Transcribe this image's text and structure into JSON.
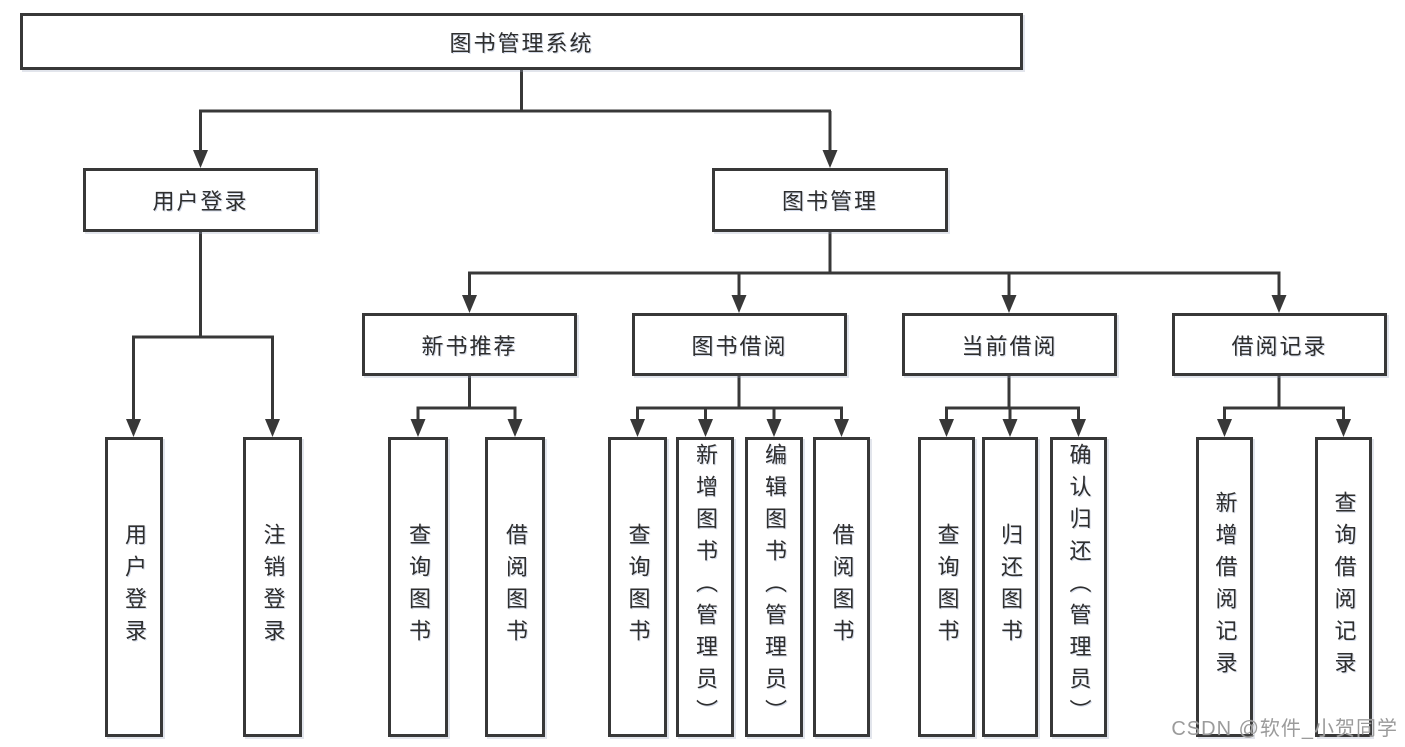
{
  "diagram": {
    "root": {
      "label": "图书管理系统"
    },
    "level2": [
      {
        "label": "用户登录"
      },
      {
        "label": "图书管理"
      }
    ],
    "level3": [
      {
        "label": "新书推荐"
      },
      {
        "label": "图书借阅"
      },
      {
        "label": "当前借阅"
      },
      {
        "label": "借阅记录"
      }
    ],
    "leaves": {
      "user": [
        "用户登录",
        "注销登录"
      ],
      "recommend": [
        "查询图书",
        "借阅图书"
      ],
      "borrow": [
        "查询图书",
        "新增图书（管理员）",
        "编辑图书（管理员）",
        "借阅图书"
      ],
      "current": [
        "查询图书",
        "归还图书",
        "确认归还（管理员）"
      ],
      "records": [
        "新增借阅记录",
        "查询借阅记录"
      ]
    },
    "colors": {
      "line": "#383838",
      "text": "#2e2e2e",
      "watermark": "#9b9b9b",
      "background": "#ffffff"
    }
  },
  "watermark": {
    "text": "CSDN @软件_小贺同学"
  }
}
